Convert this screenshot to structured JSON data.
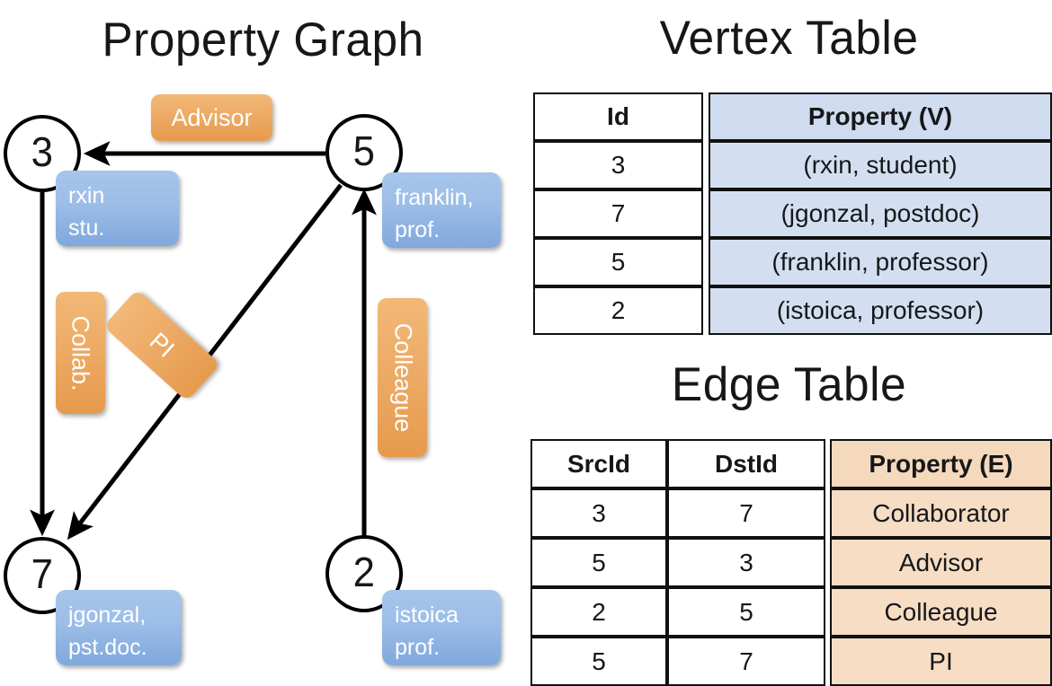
{
  "titles": {
    "property_graph": "Property Graph",
    "vertex_table": "Vertex Table",
    "edge_table": "Edge Table"
  },
  "graph": {
    "nodes": [
      {
        "id": "3",
        "name": "node-3",
        "property_lines": [
          "rxin",
          "stu."
        ]
      },
      {
        "id": "5",
        "name": "node-5",
        "property_lines": [
          "franklin,",
          "prof."
        ]
      },
      {
        "id": "7",
        "name": "node-7",
        "property_lines": [
          "jgonzal,",
          "pst.doc."
        ]
      },
      {
        "id": "2",
        "name": "node-2",
        "property_lines": [
          "istoica",
          "prof."
        ]
      }
    ],
    "edge_labels": [
      {
        "key": "advisor",
        "text": "Advisor"
      },
      {
        "key": "collab",
        "text": "Collab."
      },
      {
        "key": "pi",
        "text": "PI"
      },
      {
        "key": "colleague",
        "text": "Colleague"
      }
    ]
  },
  "vertex_table": {
    "headers": [
      "Id",
      "Property (V)"
    ],
    "rows": [
      {
        "id": "3",
        "property": "(rxin, student)"
      },
      {
        "id": "7",
        "property": "(jgonzal, postdoc)"
      },
      {
        "id": "5",
        "property": "(franklin, professor)"
      },
      {
        "id": "2",
        "property": "(istoica, professor)"
      }
    ]
  },
  "edge_table": {
    "headers": [
      "SrcId",
      "DstId",
      "Property (E)"
    ],
    "rows": [
      {
        "src": "3",
        "dst": "7",
        "property": "Collaborator"
      },
      {
        "src": "5",
        "dst": "3",
        "property": "Advisor"
      },
      {
        "src": "2",
        "dst": "5",
        "property": "Colleague"
      },
      {
        "src": "5",
        "dst": "7",
        "property": "PI"
      }
    ]
  },
  "colors": {
    "vertex_property_fill": "#d3dff1",
    "edge_property_fill": "#f6ddc3",
    "node_box_blue": "#9dbee8",
    "edge_label_orange": "#edab66",
    "stroke": "#000000",
    "background": "#ffffff"
  }
}
